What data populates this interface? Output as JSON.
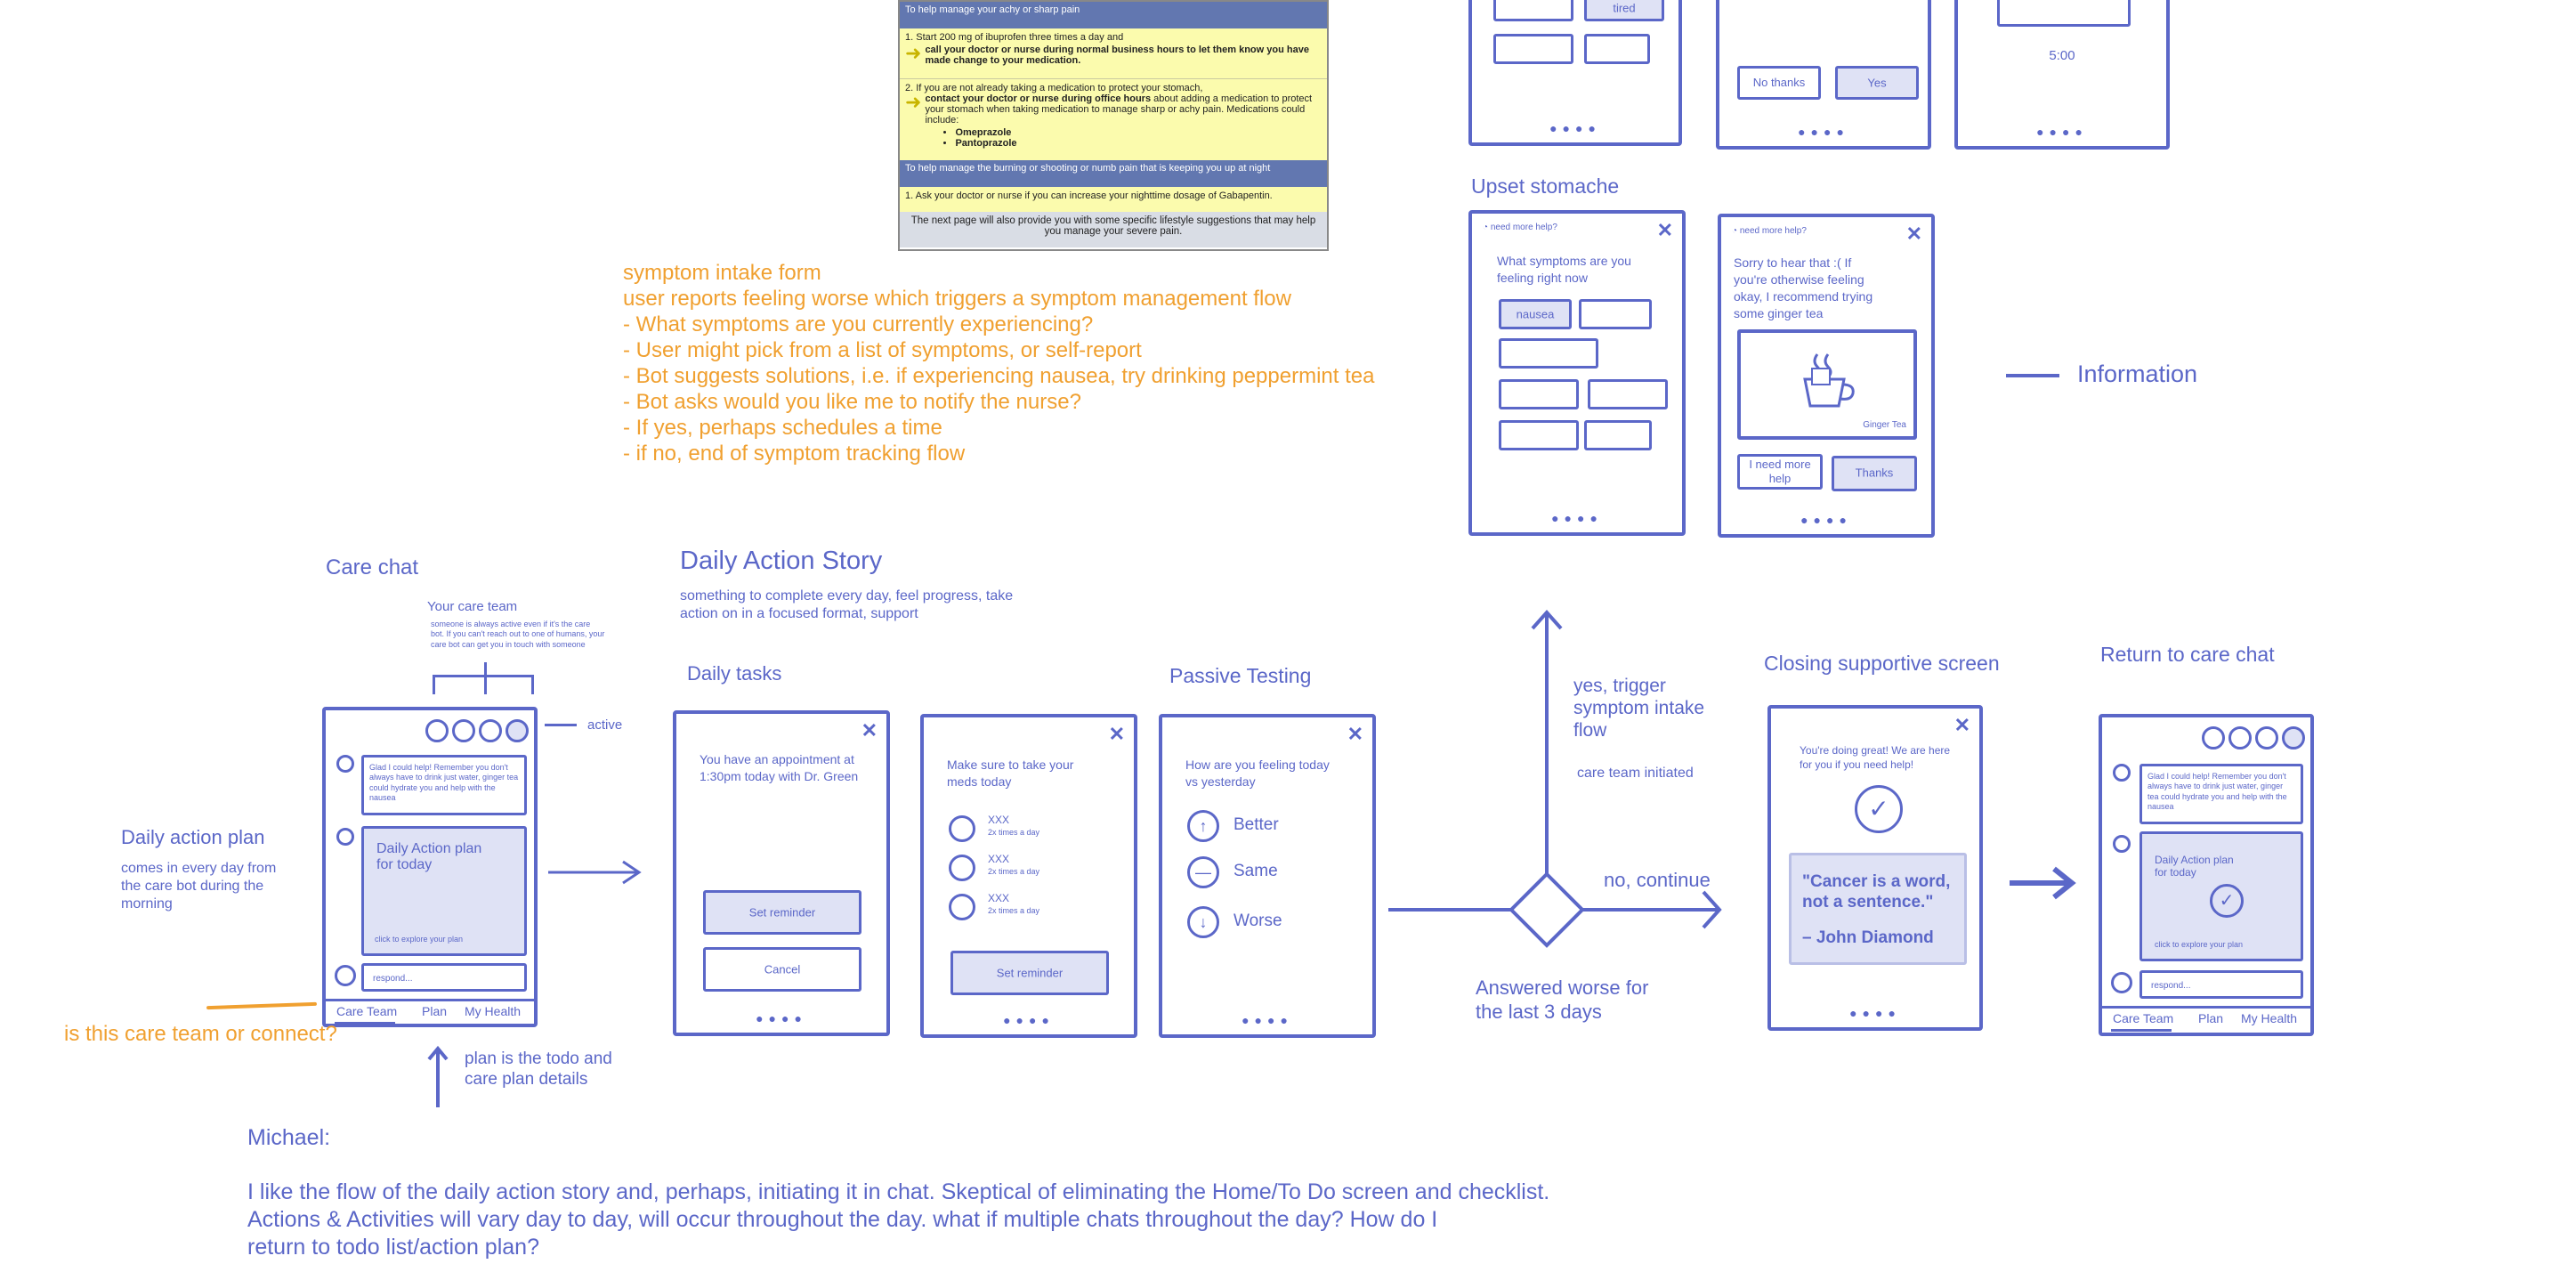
{
  "document": {
    "band1": "To help manage your achy or sharp pain",
    "item1": "1. Start 200 mg of ibuprofen three times a day and",
    "item1_bold": "call your doctor or nurse during normal business hours to let them know you have made change to your medication.",
    "item2": "2. If you are not already taking a medication to protect your stomach,",
    "item2_bold": "contact your doctor or nurse during office hours",
    "item2_rest": "about adding a medication to protect your stomach when taking medication to manage sharp or achy pain. Medications could include:",
    "med1": "Omeprazole",
    "med2": "Pantoprazole",
    "band2": "To help manage the burning or shooting or numb pain that is keeping you up at night",
    "item3": "1. Ask your doctor or nurse if you can increase your nighttime dosage of Gabapentin.",
    "footer": "The next page will also provide you with some specific lifestyle suggestions that may help you manage your severe pain."
  },
  "intake_notes": [
    "symptom intake form",
    "user reports feeling worse which triggers a symptom management flow",
    "- What symptoms are you currently experiencing?",
    "- User might pick from a list of symptoms, or self-report",
    "- Bot suggests solutions, i.e. if experiencing nausea, try drinking peppermint tea",
    "- Bot asks would you like me to notify the nurse?",
    "- If yes, perhaps schedules a time",
    "- if no, end of symptom tracking flow"
  ],
  "top_right": {
    "tired": "tired",
    "no_thanks": "No thanks",
    "yes": "Yes",
    "timer": "5:00"
  },
  "upset": {
    "title": "Upset stomache",
    "need_help": "need more help?",
    "question": "What symptoms are you feeling right now",
    "nausea": "nausea",
    "sorry": "Sorry to hear that :( If you're otherwise feeling okay, I recommend trying some ginger tea",
    "ginger": "Ginger Tea",
    "need_more": "I need more help",
    "thanks": "Thanks",
    "information": "Information"
  },
  "care_chat": {
    "title": "Care chat",
    "team_title": "Your care team",
    "team_desc": "someone is always active even if it's the care bot. If you can't reach out to one of humans, your care bot can get you in touch with someone",
    "active": "active",
    "msg": "Glad I could help! Remember you don't always have to drink just water, ginger tea could hydrate you and help with the nausea",
    "plan_card": "Daily Action plan for today",
    "explore": "click to explore your plan",
    "respond": "respond...",
    "nav": [
      "Care Team",
      "Plan",
      "My Health"
    ]
  },
  "daily_plan": {
    "title": "Daily action plan",
    "desc": "comes in every day from the care bot during the morning"
  },
  "question_note": "is this care team or connect?",
  "plan_note": "plan is the todo and care plan details",
  "story": {
    "title": "Daily Action Story",
    "desc": "something to complete every day, feel progress, take action on in a focused format, support"
  },
  "daily_tasks": {
    "title": "Daily tasks",
    "appointment": "You have an appointment at 1:30pm today with Dr. Green",
    "set_reminder": "Set reminder",
    "cancel": "Cancel",
    "meds_title": "Make sure to take your meds today",
    "med_name": "XXX",
    "med_freq": "2x times a day"
  },
  "passive": {
    "title": "Passive Testing",
    "question": "How are you feeling today vs yesterday",
    "options": [
      "Better",
      "Same",
      "Worse"
    ]
  },
  "flow": {
    "yes_branch": "yes, trigger symptom intake flow",
    "care_initiated": "care team initiated",
    "no_branch": "no, continue",
    "condition": "Answered worse for the last 3 days"
  },
  "closing": {
    "title": "Closing supportive screen",
    "message": "You're doing great! We are here for you if you need help!",
    "quote": "\"Cancer is a word, not a sentence.\"",
    "author": "– John Diamond"
  },
  "return": {
    "title": "Return to care chat",
    "plan_card": "Daily Action plan for today"
  },
  "feedback": {
    "name": "Michael:",
    "lines": [
      "I like the flow of the daily action story and, perhaps, initiating it in chat. Skeptical of eliminating the Home/To Do screen and checklist.",
      "Actions & Activities will vary day to day, will occur throughout the day. what if multiple chats throughout the day? How do I",
      "return to todo list/action plan?"
    ]
  }
}
